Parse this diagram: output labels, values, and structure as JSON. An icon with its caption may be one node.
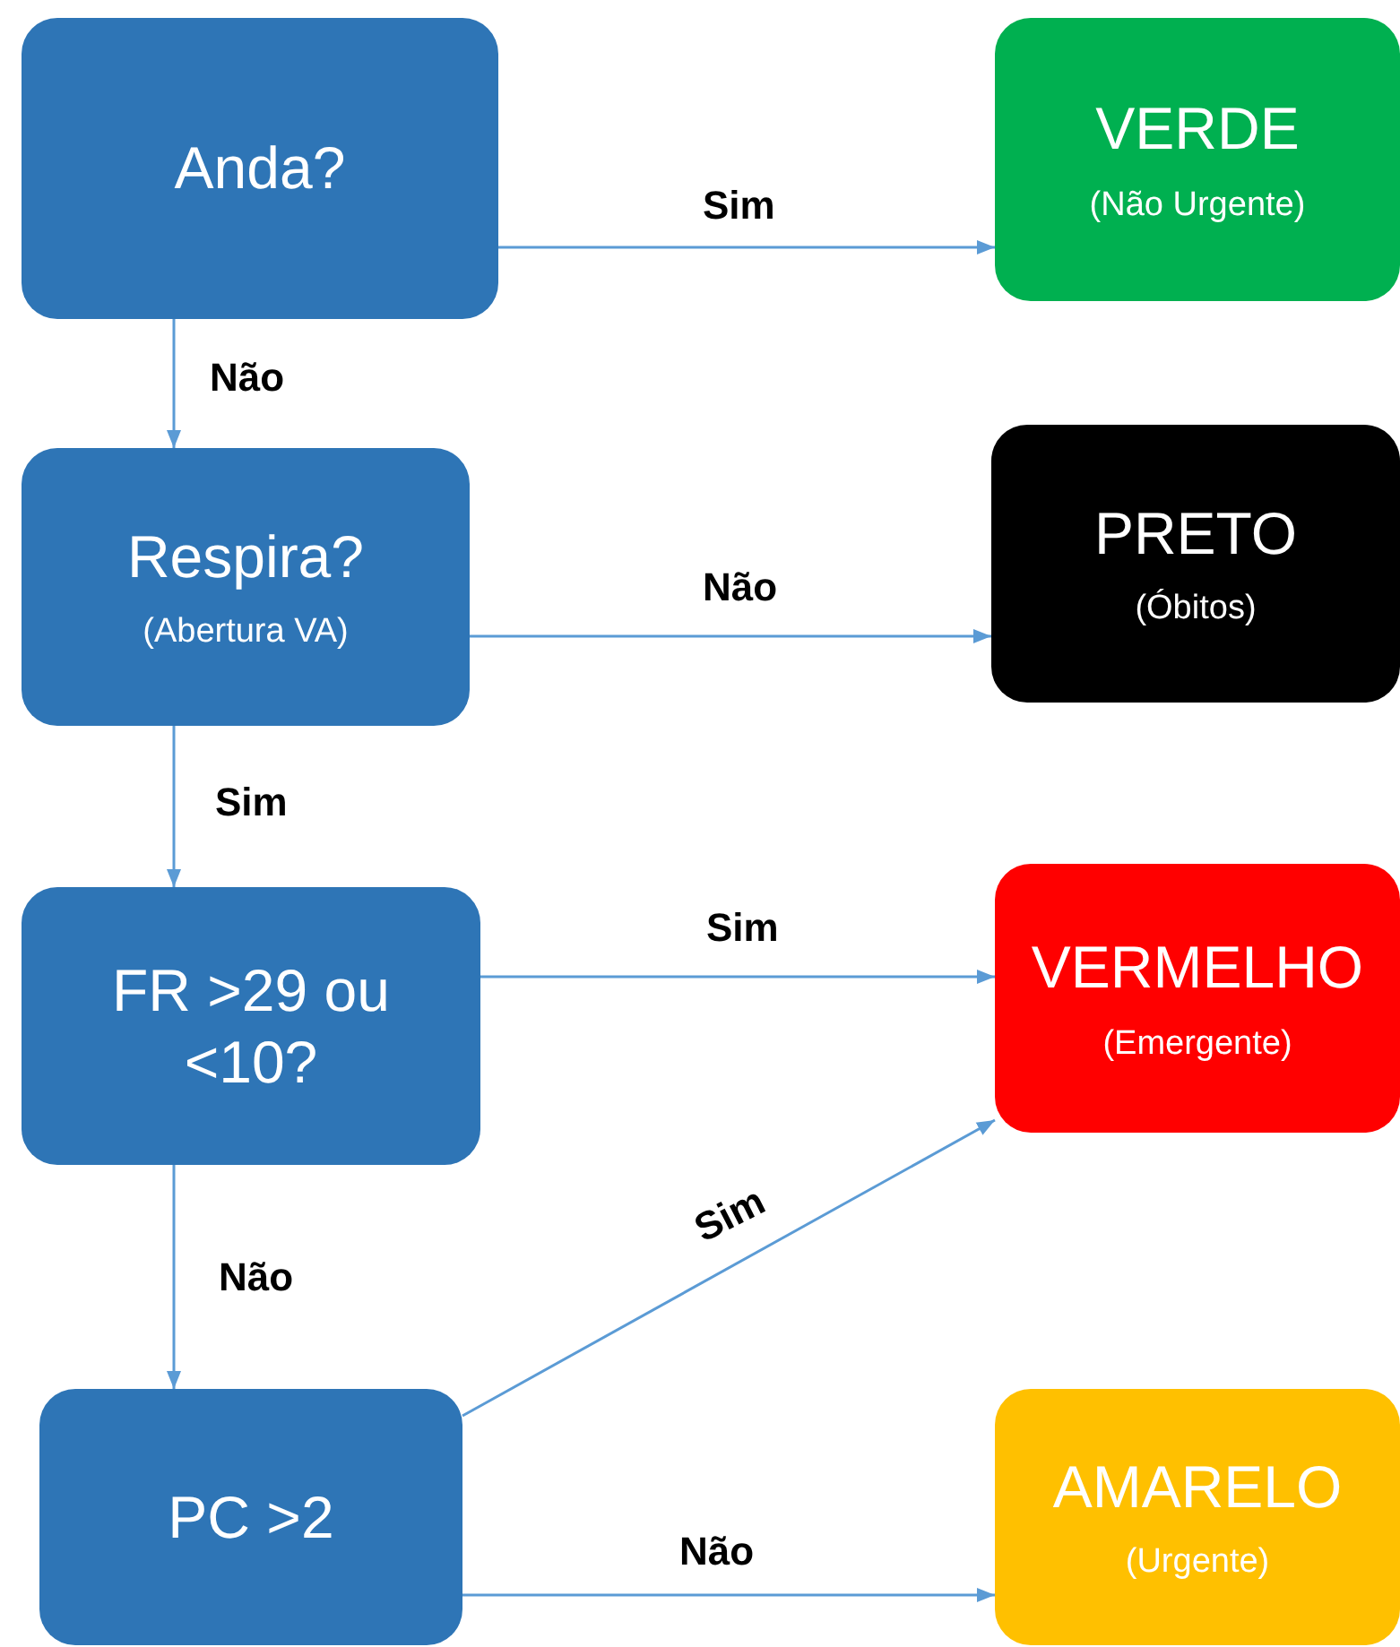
{
  "diagram": {
    "nodes": [
      {
        "text": [
          "Anda?"
        ]
      },
      {
        "text": [
          "Respira?",
          "(Abertura VA)"
        ]
      },
      {
        "text": [
          "FR >29 ou <10?"
        ]
      },
      {
        "text": [
          "PC >2"
        ]
      },
      {
        "text": [
          "VERDE",
          "(Não Urgente)"
        ]
      },
      {
        "text": [
          "PRETO",
          "(Óbitos)"
        ]
      },
      {
        "text": [
          "VERMELHO",
          "(Emergente)"
        ]
      },
      {
        "text": [
          "AMARELO",
          "(Urgente)"
        ]
      }
    ],
    "edges": [
      {
        "from": 0,
        "to": 4,
        "arrow": "to",
        "label": "Sim"
      },
      {
        "from": 0,
        "to": 1,
        "arrow": "to",
        "label": "Não"
      },
      {
        "from": 1,
        "to": 5,
        "arrow": "to",
        "label": "Não"
      },
      {
        "from": 1,
        "to": 2,
        "arrow": "to",
        "label": "Sim"
      },
      {
        "from": 2,
        "to": 6,
        "arrow": "to",
        "label": "Sim"
      },
      {
        "from": 2,
        "to": 3,
        "arrow": "to",
        "label": "Não"
      },
      {
        "from": 3,
        "to": 6,
        "arrow": "to",
        "label": "Sim"
      },
      {
        "from": 3,
        "to": 7,
        "arrow": "to",
        "label": "Não"
      }
    ]
  }
}
